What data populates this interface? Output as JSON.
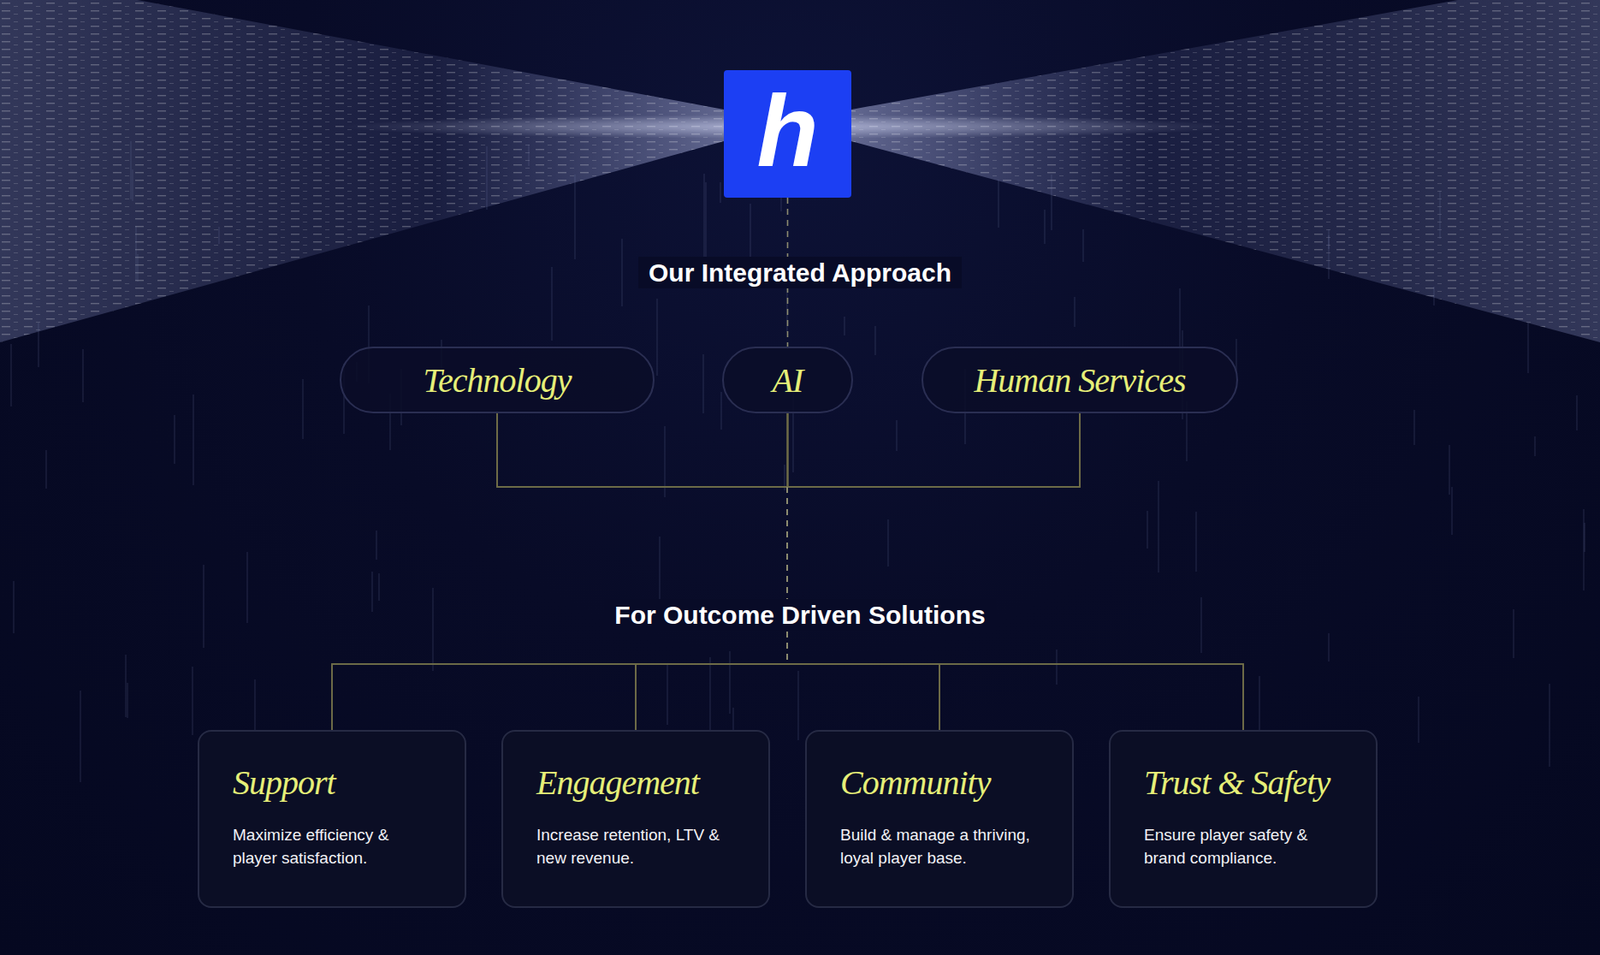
{
  "diagram": {
    "title": "Our Integrated Approach",
    "nodes": [
      {
        "text": [
          "h"
        ]
      },
      {
        "text": [
          "Technology"
        ]
      },
      {
        "text": [
          "AI"
        ]
      },
      {
        "text": [
          "Human Services"
        ]
      },
      {
        "text": [
          "Support",
          "Maximize efficiency & player satisfaction."
        ]
      },
      {
        "text": [
          "Engagement",
          "Increase retention, LTV & new revenue."
        ]
      },
      {
        "text": [
          "Community",
          "Build & manage a thriving, loyal player base."
        ]
      },
      {
        "text": [
          "Trust & Safety",
          "Ensure player safety & brand compliance."
        ]
      }
    ],
    "edges": [
      {
        "from": 0,
        "to": 2,
        "arrow": "none"
      },
      {
        "from": 1,
        "to": 4,
        "arrow": "none"
      },
      {
        "from": 1,
        "to": 5,
        "arrow": "none"
      },
      {
        "from": 1,
        "to": 6,
        "arrow": "none"
      },
      {
        "from": 1,
        "to": 7,
        "arrow": "none"
      },
      {
        "from": 2,
        "to": 4,
        "arrow": "none"
      },
      {
        "from": 2,
        "to": 5,
        "arrow": "none"
      },
      {
        "from": 2,
        "to": 6,
        "arrow": "none"
      },
      {
        "from": 2,
        "to": 7,
        "arrow": "none"
      },
      {
        "from": 3,
        "to": 4,
        "arrow": "none"
      },
      {
        "from": 3,
        "to": 5,
        "arrow": "none"
      },
      {
        "from": 3,
        "to": 6,
        "arrow": "none"
      },
      {
        "from": 3,
        "to": 7,
        "arrow": "none"
      }
    ],
    "labels": [
      "For Outcome Driven Solutions"
    ]
  }
}
